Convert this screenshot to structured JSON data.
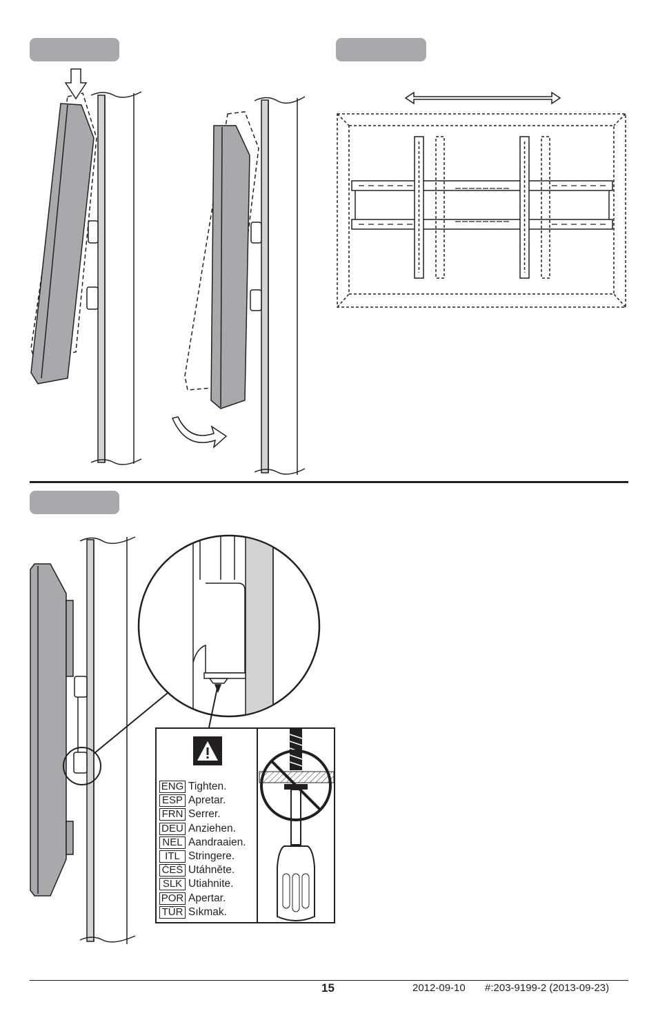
{
  "warning": {
    "icon": "warning-triangle-icon",
    "items": [
      {
        "code": "ENG",
        "text": "Tighten."
      },
      {
        "code": "ESP",
        "text": "Apretar."
      },
      {
        "code": "FRN",
        "text": "Serrer."
      },
      {
        "code": "DEU",
        "text": "Anziehen."
      },
      {
        "code": "NEL",
        "text": "Aandraaien."
      },
      {
        "code": "ITL",
        "text": "Stringere."
      },
      {
        "code": "ČEŠ",
        "text": "Utáhněte."
      },
      {
        "code": "SLK",
        "text": "Utiahnite."
      },
      {
        "code": "POR",
        "text": "Apertar."
      },
      {
        "code": "TÜR",
        "text": "Sıkmak."
      }
    ]
  },
  "footer": {
    "page_number": "15",
    "date": "2012-09-10",
    "doc_id": "#:203-9199-2  (2013-09-23)"
  }
}
